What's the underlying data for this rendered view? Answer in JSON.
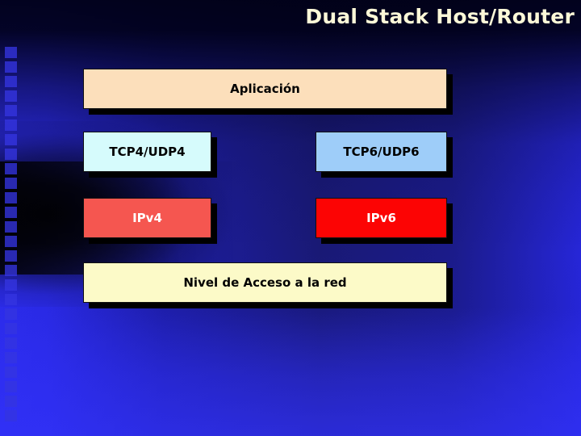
{
  "slide": {
    "title": "Dual Stack Host/Router",
    "title_color": "#FCF8D8",
    "background_color": "#2020A0"
  },
  "diagram": {
    "type": "protocol-stack",
    "layers": [
      {
        "id": "aplicacion",
        "label": "Aplicación",
        "fill": "#FCDFBB",
        "text_color": "#000000",
        "span": "full"
      },
      {
        "id": "tcp4",
        "label": "TCP4/UDP4",
        "fill": "#D6FBFC",
        "text_color": "#000000",
        "span": "left"
      },
      {
        "id": "tcp6",
        "label": "TCP6/UDP6",
        "fill": "#9ECDF9",
        "text_color": "#000000",
        "span": "right"
      },
      {
        "id": "ipv4",
        "label": "IPv4",
        "fill": "#F55650",
        "text_color": "#FFFFFF",
        "span": "left"
      },
      {
        "id": "ipv6",
        "label": "IPv6",
        "fill": "#FC0404",
        "text_color": "#FFFFFF",
        "span": "right"
      },
      {
        "id": "nivel-acceso",
        "label": "Nivel de Acceso a la red",
        "fill": "#FCFAC8",
        "text_color": "#000000",
        "span": "full"
      }
    ]
  },
  "decoration": {
    "left_strip_square_color": "#3434E0",
    "left_strip_square_count": 26
  }
}
